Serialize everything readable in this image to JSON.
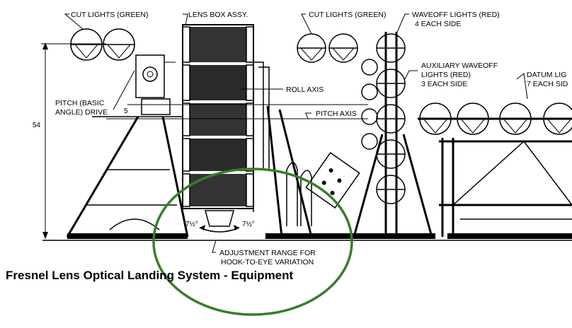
{
  "caption": "Fresnel Lens Optical Landing System - Equipment",
  "labels": {
    "cut_lights_left": "CUT LIGHTS (GREEN)",
    "lens_box": "LENS BOX ASSY.",
    "cut_lights_right": "CUT LIGHTS (GREEN)",
    "waveoff_line1": "WAVEOFF LIGHTS (RED)",
    "waveoff_line2": "4  EACH SIDE",
    "aux_line1": "AUXILIARY WAVEOFF",
    "aux_line2": "LIGHTS (RED)",
    "aux_line3": "3 EACH SIDE",
    "datum_line1": "DATUM LIG",
    "datum_line2": "7 EACH SID",
    "roll_axis": "ROLL AXIS",
    "pitch_axis": "PITCH AXIS",
    "pitch_drive_line1": "PITCH (BASIC",
    "pitch_drive_line2": "ANGLE) DRIVE",
    "adjustment_line1": "ADJUSTMENT RANGE FOR",
    "adjustment_line2": "HOOK-TO-EYE VARIATION"
  },
  "dimensions": {
    "height": "54",
    "pitch_offset": "5",
    "angle_left": "7½°",
    "angle_right": "7½°"
  },
  "colors": {
    "annotation_circle": "#3a7d2a",
    "ink": "#000000"
  }
}
